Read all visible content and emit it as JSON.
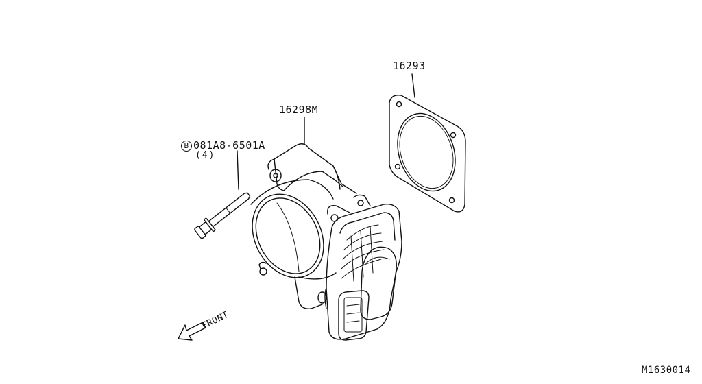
{
  "parts": {
    "gasket": {
      "number": "16293"
    },
    "throttle_body": {
      "number": "16298M"
    },
    "bolt": {
      "code": "081A8-6501A",
      "quantity": "(4)",
      "prefix_symbol": "B"
    }
  },
  "front_indicator": {
    "label": "FRONT"
  },
  "diagram_ref": "M1630014"
}
